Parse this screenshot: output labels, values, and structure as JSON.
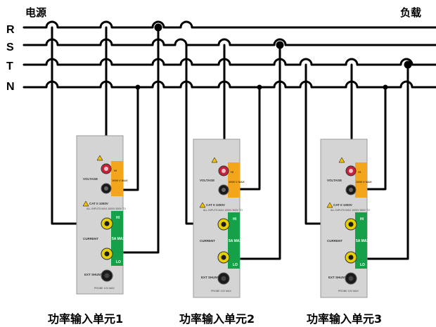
{
  "header": {
    "source_label": "电源",
    "load_label": "负载"
  },
  "lines": [
    "R",
    "S",
    "T",
    "N"
  ],
  "units": [
    {
      "caption": "功率输入单元1",
      "voltage_label": "VOLTAGE",
      "voltage_hi": "HI",
      "voltage_max": "1000 V MAX",
      "cat_text": "CAT II 1000V",
      "cat_sub": "ALL INPUTS MAX 1000V 500V TO",
      "current_label": "CURRENT",
      "current_hi": "HI",
      "current_lo": "LO",
      "current_max": "5A MAX",
      "ext_label": "EXT SHUNT",
      "probe_label": "PROBE 10V MAX"
    },
    {
      "caption": "功率输入单元2",
      "voltage_label": "VOLTAGE",
      "voltage_hi": "HI",
      "voltage_max": "1000 V MAX",
      "cat_text": "CAT II 1000V",
      "cat_sub": "ALL INPUTS MAX 1000V 500V TO",
      "current_label": "CURRENT",
      "current_hi": "HI",
      "current_lo": "LO",
      "current_max": "5A MAX",
      "ext_label": "EXT SHUNT",
      "probe_label": "PROBE 10V MAX"
    },
    {
      "caption": "功率输入单元3",
      "voltage_label": "VOLTAGE",
      "voltage_hi": "HI",
      "voltage_max": "1000 V MAX",
      "cat_text": "CAT II 1000V",
      "cat_sub": "ALL INPUTS MAX 1000V 500V TO",
      "current_label": "CURRENT",
      "current_hi": "HI",
      "current_lo": "LO",
      "current_max": "5A MAX",
      "ext_label": "EXT SHUNT",
      "probe_label": "PROBE 10V MAX"
    }
  ],
  "colors": {
    "wire": "#000000",
    "panel": "#d4d4d4",
    "voltage_block": "#f3a51c",
    "current_block": "#16a04a",
    "hi_terminal": "#c8203a",
    "current_terminal": "#e6d000",
    "common_terminal": "#1a1a1a"
  }
}
